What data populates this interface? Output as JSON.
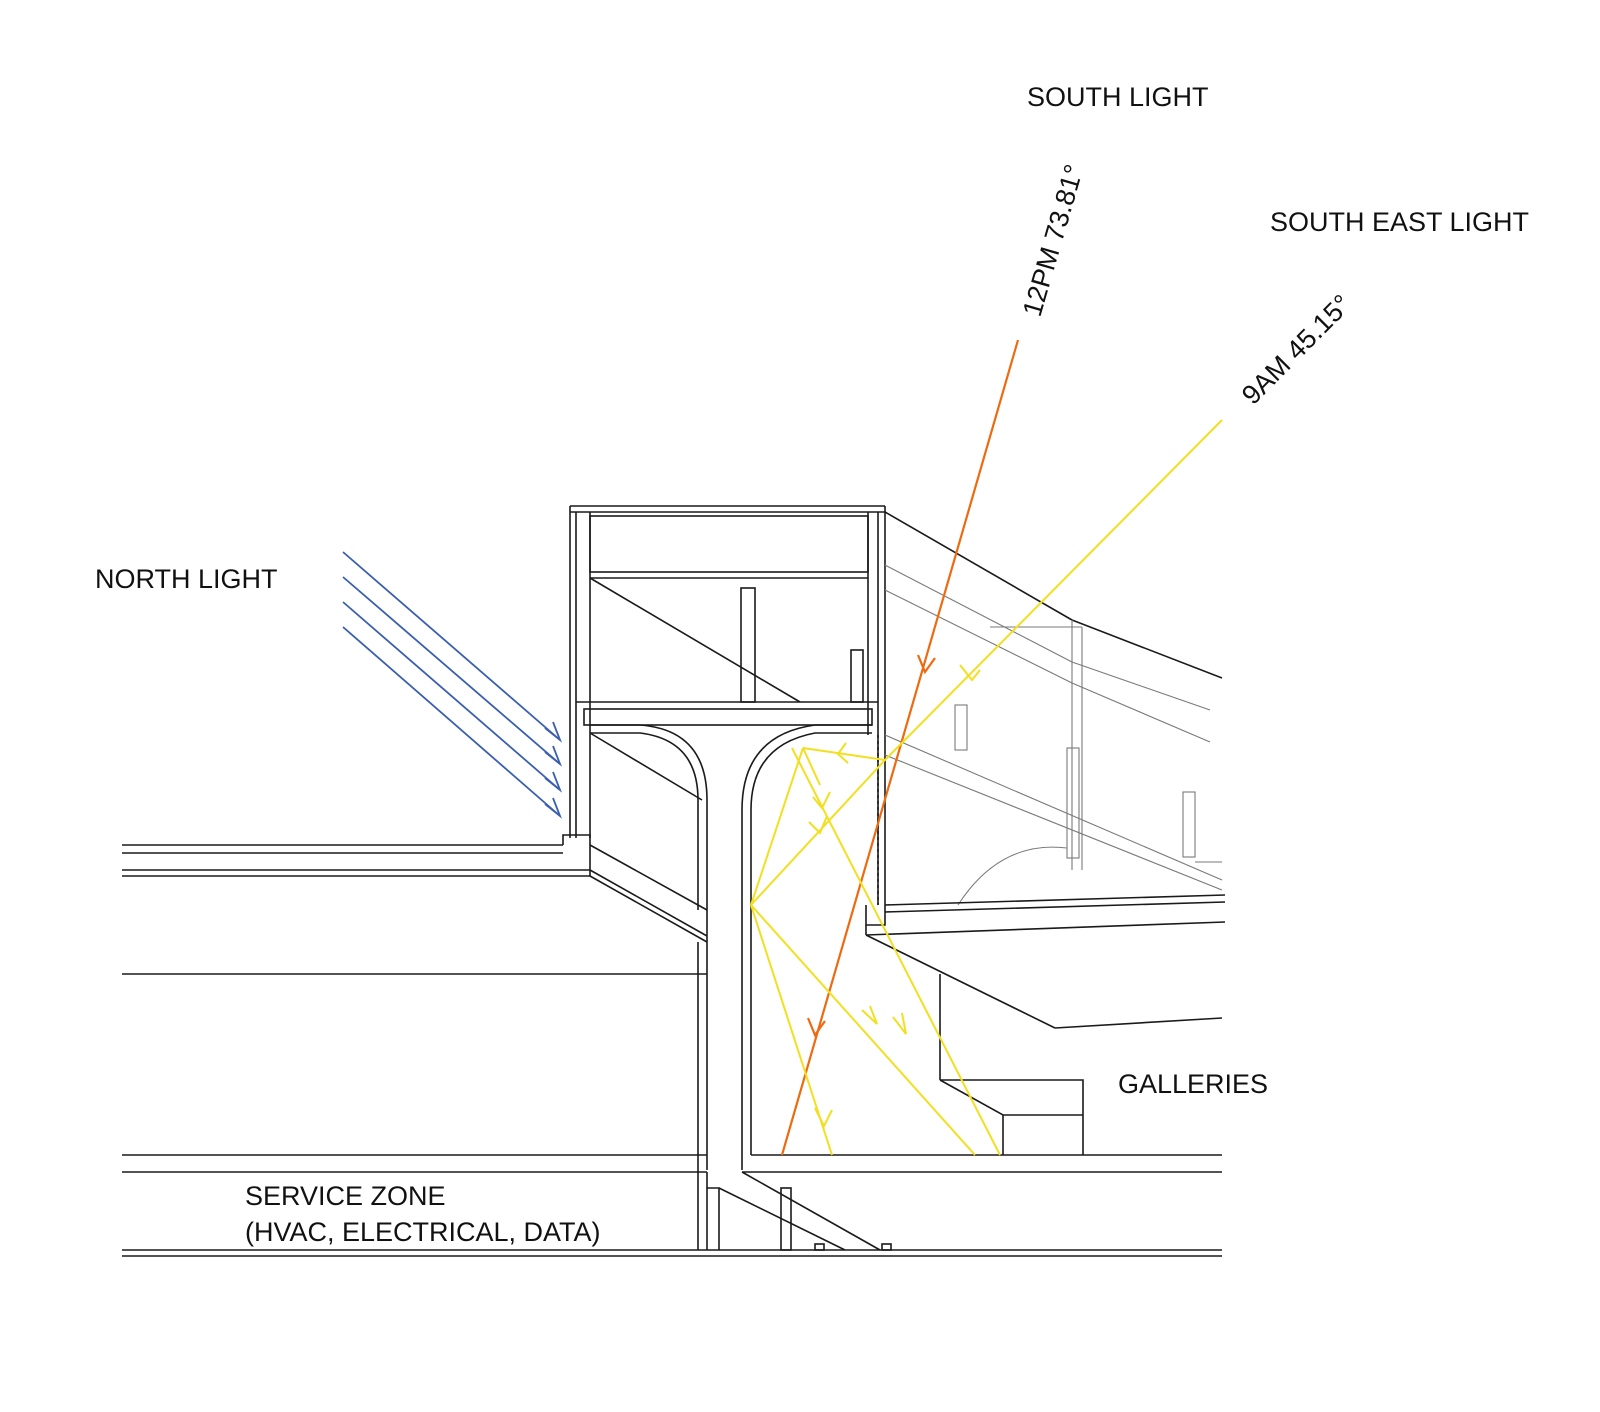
{
  "labels": {
    "south_light": "SOUTH LIGHT",
    "south_east_light": "SOUTH EAST LIGHT",
    "north_light": "NORTH LIGHT",
    "noon_ray": "12PM 73.81°",
    "morning_ray": "9AM 45.15°",
    "galleries": "GALLERIES",
    "service_zone_line1": "SERVICE ZONE",
    "service_zone_line2": "(HVAC, ELECTRICAL, DATA)"
  },
  "colors": {
    "north_light": "#3a5fb0",
    "noon_light": "#ee6a10",
    "morning_light": "#f2e020",
    "linework": "#1a1a1a"
  }
}
